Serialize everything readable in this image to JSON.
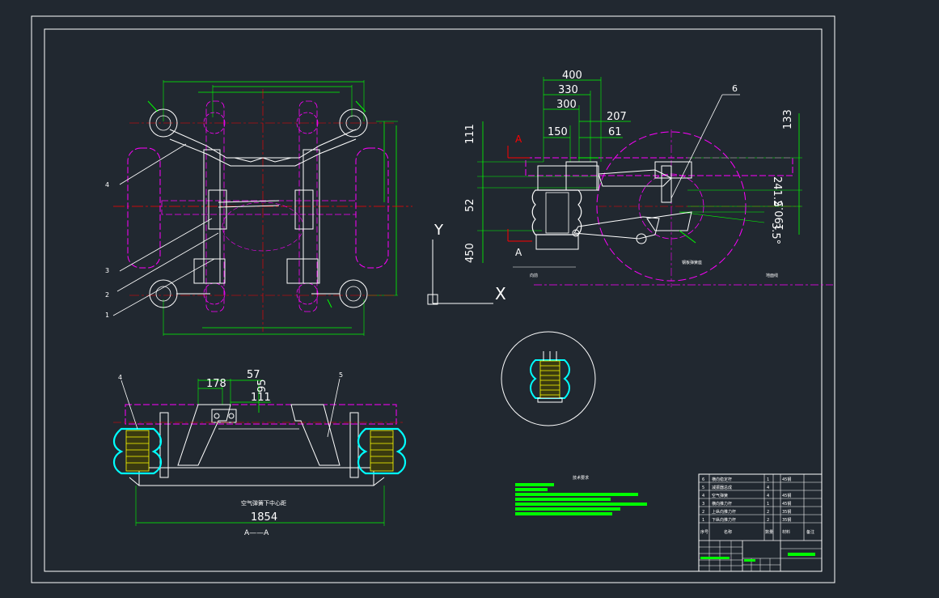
{
  "colors": {
    "background": "#212830",
    "frame": "#ffffff",
    "dimension": "#00ff00",
    "centerline": "#ff0000",
    "hidden": "#ff00ff",
    "geometry": "#ffffff",
    "bellows": "#00ffff",
    "bellows_core": "#ffff00"
  },
  "side_view": {
    "dims_horizontal": [
      "400",
      "330",
      "300",
      "207",
      "150",
      "61"
    ],
    "dims_vertical_left": [
      "111",
      "52",
      "450"
    ],
    "dims_vertical_right": [
      "133",
      "241.2",
      "3.5°",
      "190.5"
    ],
    "section_mark_top": "A",
    "section_mark_bottom": "A",
    "leader_6": "6",
    "label_front": "向前",
    "label_ground": "地面线",
    "label_axle": "钢板弹簧座"
  },
  "plan_view": {
    "leaders": [
      "4",
      "3",
      "2",
      "1"
    ]
  },
  "ucs": {
    "y_label": "Y",
    "x_label": "X"
  },
  "section_view": {
    "dims": [
      "57",
      "178",
      "95",
      "111"
    ],
    "leader_4": "4",
    "leader_5": "5",
    "caption": "空气弹簧下中心距",
    "width_dim": "1854",
    "section_name": "A——A"
  },
  "notes": {
    "title": "技术要求"
  },
  "parts_table": {
    "rows": [
      {
        "no": "6",
        "name": "横向稳定杆",
        "qty": "1",
        "mat": "45钢"
      },
      {
        "no": "5",
        "name": "减振器总成",
        "qty": "4",
        "mat": ""
      },
      {
        "no": "4",
        "name": "空气弹簧",
        "qty": "4",
        "mat": "45钢"
      },
      {
        "no": "3",
        "name": "横向推力杆",
        "qty": "1",
        "mat": "45钢"
      },
      {
        "no": "2",
        "name": "上纵向推力杆",
        "qty": "2",
        "mat": "35钢"
      },
      {
        "no": "1",
        "name": "下纵向推力杆",
        "qty": "2",
        "mat": "35钢"
      }
    ],
    "header": {
      "no": "序号",
      "name": "名称",
      "qty": "数量",
      "mat": "材料",
      "note": "备注"
    }
  }
}
